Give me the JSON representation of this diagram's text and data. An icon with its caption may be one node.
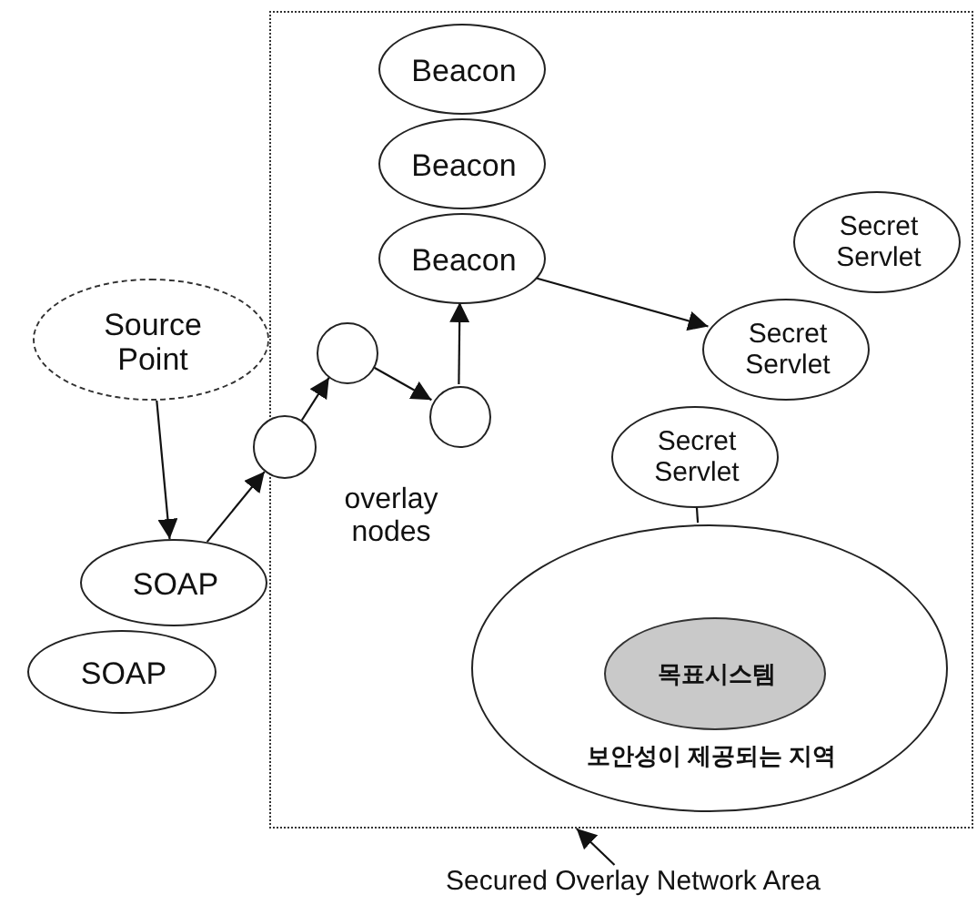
{
  "diagram": {
    "nodes": [
      {
        "text": [],
        "shape": "box"
      },
      {
        "text": [
          "Beacon"
        ],
        "in": 0
      },
      {
        "text": [
          "Beacon"
        ],
        "in": 0
      },
      {
        "text": [
          "Beacon"
        ],
        "in": 0
      },
      {
        "text": [
          "Source Point"
        ]
      },
      {
        "text": [
          "Secret Servlet"
        ],
        "in": 0
      },
      {
        "text": [
          "Secret Servlet"
        ],
        "in": 0
      },
      {
        "text": [
          "Secret Servlet"
        ],
        "in": 0
      },
      {
        "text": [],
        "shape": "circle"
      },
      {
        "text": [],
        "shape": "circle",
        "in": 0
      },
      {
        "text": [],
        "shape": "circle",
        "in": 0
      },
      {
        "text": [
          "SOAP"
        ]
      },
      {
        "text": [
          "SOAP"
        ]
      },
      {
        "text": [
          "보안성이 제공되는 지역"
        ],
        "in": 0
      },
      {
        "text": [
          "목표시스템"
        ],
        "in": 13
      },
      {
        "text": [
          "Secured Overlay Network Area"
        ]
      }
    ],
    "edges": [
      {
        "from": 4,
        "to": 11,
        "arrow": "to"
      },
      {
        "from": 11,
        "to": 8,
        "arrow": "to"
      },
      {
        "from": 8,
        "to": 9,
        "arrow": "to"
      },
      {
        "from": 9,
        "to": 10,
        "arrow": "to"
      },
      {
        "from": 10,
        "to": 3,
        "arrow": "to"
      },
      {
        "from": 3,
        "to": 6,
        "arrow": "to"
      },
      {
        "from": 7,
        "to": 13,
        "arrow": "none"
      },
      {
        "from": 15,
        "to": 0,
        "arrow": "to"
      }
    ],
    "labels": [
      "overlay nodes"
    ]
  }
}
